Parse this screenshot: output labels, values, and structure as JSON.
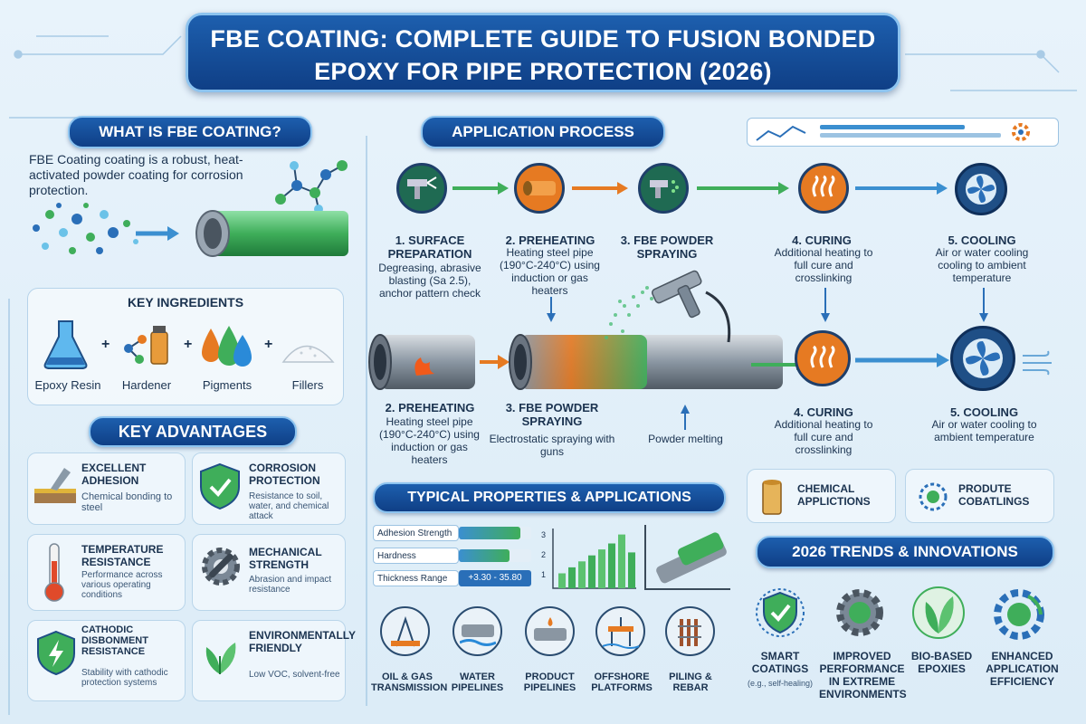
{
  "title": {
    "line1": "FBE COATING: COMPLETE GUIDE TO FUSION BONDED",
    "line2": "EPOXY FOR PIPE PROTECTION (2026)"
  },
  "what_is": {
    "heading": "WHAT IS FBE COATING?",
    "description": "FBE Coating coating is a robust, heat-activated powder coating for corrosion protection."
  },
  "ingredients": {
    "heading": "KEY INGREDIENTS",
    "items": [
      "Epoxy Resin",
      "Hardener",
      "Pigments",
      "Fillers"
    ],
    "plus": "+"
  },
  "advantages": {
    "heading": "KEY ADVANTAGES",
    "items": [
      {
        "title": "EXCELLENT ADHESION",
        "desc": "Chemical bonding to steel"
      },
      {
        "title": "CORROSION PROTECTION",
        "desc": "Resistance to soil, water, and chemical attack"
      },
      {
        "title": "TEMPERATURE RESISTANCE",
        "desc": "Performance across various operating conditions"
      },
      {
        "title": "MECHANICAL STRENGTH",
        "desc": "Abrasion and impact resistance"
      },
      {
        "title": "CATHODIC DISBONMENT RESISTANCE",
        "desc": "Stability with cathodic protection systems"
      },
      {
        "title": "ENVIRONMENTALLY FRIENDLY",
        "desc": "Low VOC, solvent-free"
      }
    ]
  },
  "process": {
    "heading": "APPLICATION PROCESS",
    "top_steps": [
      {
        "title": "1. SURFACE PREPARATION",
        "desc": "Degreasing, abrasive blasting (Sa 2.5), anchor pattern check"
      },
      {
        "title": "2. PREHEATING",
        "desc": "Heating steel pipe (190°C-240°C) using induction or gas heaters"
      },
      {
        "title": "3. FBE POWDER SPRAYING",
        "desc": ""
      },
      {
        "title": "4. CURING",
        "desc": "Additional heating to full cure and crosslinking"
      },
      {
        "title": "5. COOLING",
        "desc": "Air or water cooling cooling to ambient temperature"
      }
    ],
    "bottom_steps": [
      {
        "title": "2. PREHEATING",
        "desc": "Heating steel pipe (190°C-240°C) using induction or gas heaters"
      },
      {
        "title": "3. FBE POWDER SPRAYING",
        "desc": "Electrostatic spraying with guns"
      },
      {
        "title": "",
        "desc": "Powder melting"
      },
      {
        "title": "4. CURING",
        "desc": "Additional heating to full cure and crosslinking"
      },
      {
        "title": "5. COOLING",
        "desc": "Air or water cooling to ambient temperature"
      }
    ]
  },
  "side_cards": [
    {
      "label": "CHEMICAL APPLICTIONS"
    },
    {
      "label": "PRODUTE COBATLINGS"
    }
  ],
  "properties": {
    "heading": "TYPICAL PROPERTIES & APPLICATIONS",
    "bars": [
      {
        "label": "Adhesion Strength",
        "value": 0.85
      },
      {
        "label": "Hardness",
        "value": 0.7
      },
      {
        "label": "Thickness Range",
        "value": 0.0,
        "range_text": "+3.30 - 35.80"
      }
    ],
    "chart_ticks": [
      "3",
      "2",
      "1"
    ],
    "chart_values": [
      0.25,
      0.35,
      0.45,
      0.55,
      0.65,
      0.75,
      0.9,
      0.6
    ],
    "applications": [
      "OIL & GAS TRANSMISSION",
      "WATER PIPELINES",
      "PRODUCT PIPELINES",
      "OFFSHORE PLATFORMS",
      "PILING & REBAR"
    ]
  },
  "trends": {
    "heading": "2026 TRENDS & INNOVATIONS",
    "items": [
      {
        "title": "SMART COATINGS",
        "note": "(e.g., self-healing)"
      },
      {
        "title": "IMPROVED PERFORMANCE IN EXTREME ENVIRONMENTS",
        "note": ""
      },
      {
        "title": "BIO-BASED EPOXIES",
        "note": ""
      },
      {
        "title": "ENHANCED APPLICATION EFFICIENCY",
        "note": ""
      }
    ]
  },
  "colors": {
    "navy": "#0f3f86",
    "accent_blue": "#3b8fd0",
    "green": "#3fae5a",
    "orange": "#e67a22",
    "pipe_green": "#4fbf7a"
  }
}
